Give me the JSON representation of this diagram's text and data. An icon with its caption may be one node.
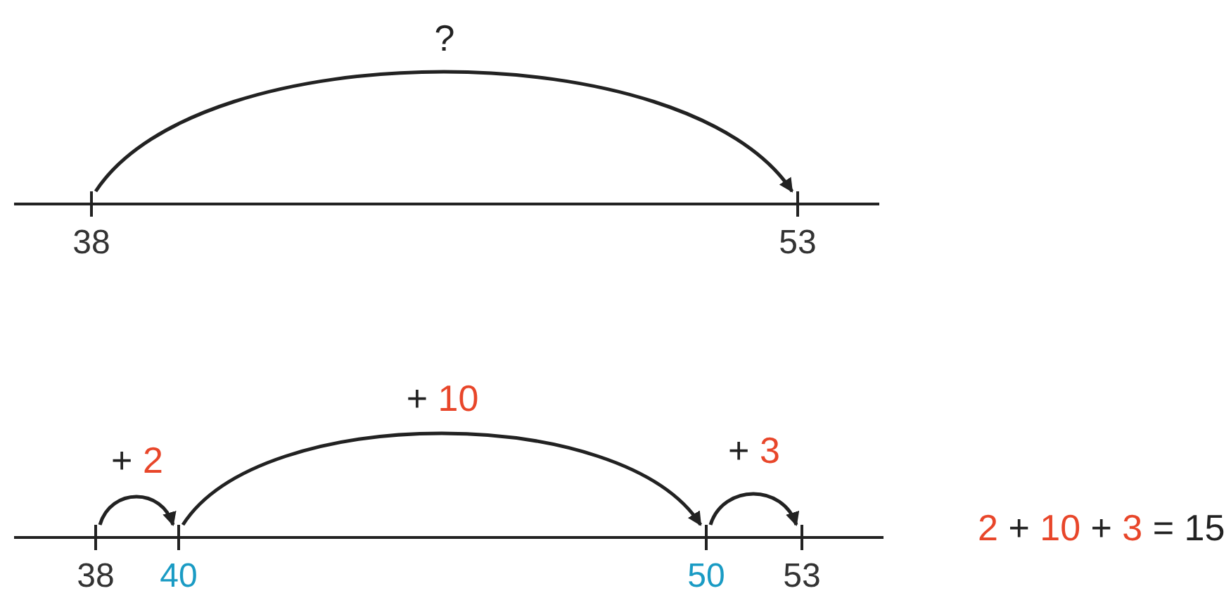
{
  "diagram": {
    "nodes": [
      {
        "text": [
          "38"
        ]
      },
      {
        "text": [
          "53"
        ]
      },
      {
        "text": [
          "38"
        ]
      },
      {
        "text": [
          "40"
        ]
      },
      {
        "text": [
          "50"
        ]
      },
      {
        "text": [
          "53"
        ]
      }
    ],
    "edges": [
      {
        "from": 0,
        "to": 1,
        "arrow": "to",
        "label": "?"
      },
      {
        "from": 2,
        "to": 3,
        "arrow": "to",
        "label": "+ 2"
      },
      {
        "from": 3,
        "to": 4,
        "arrow": "to",
        "label": "+ 10"
      },
      {
        "from": 4,
        "to": 5,
        "arrow": "to",
        "label": "+ 3"
      }
    ],
    "labels": [
      "2 + 10 + 3 = 15"
    ]
  }
}
